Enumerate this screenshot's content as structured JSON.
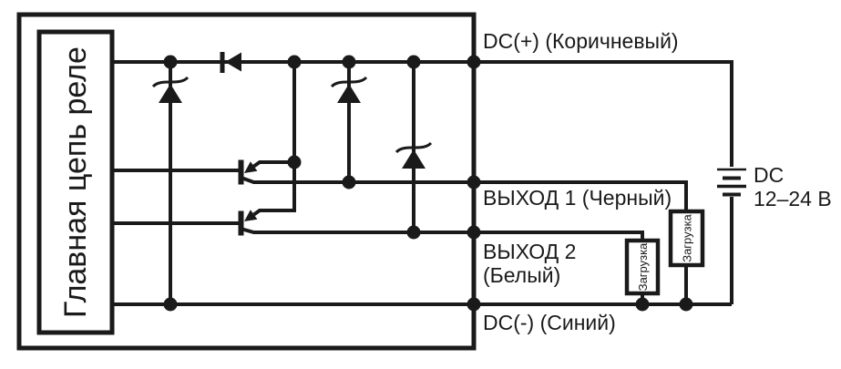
{
  "diagram_type": "sensor-output-wiring-circuit",
  "colors": {
    "ink": "#1a1a1a",
    "background": "#ffffff"
  },
  "relay_box": {
    "label": "Главная цепь реле"
  },
  "terminals": {
    "dc_plus": {
      "label": "DC(+) (Коричневый)"
    },
    "output1": {
      "label": "ВЫХОД 1 (Черный)"
    },
    "output2": {
      "label_line1": "ВЫХОД 2",
      "label_line2": "(Белый)"
    },
    "dc_minus": {
      "label": "DC(-) (Синий)"
    }
  },
  "power_supply": {
    "type": "DC",
    "voltage": "12–24 В"
  },
  "loads": [
    {
      "label": "Загрузка"
    },
    {
      "label": "Загрузка"
    }
  ],
  "symbols": {
    "series_diode": "reverse-polarity-protection-diode-icon",
    "zener_diodes": [
      "zener-diode-icon",
      "zener-diode-icon",
      "zener-diode-icon"
    ],
    "transistors": [
      "pnp-transistor-icon",
      "pnp-transistor-icon"
    ],
    "battery": "dc-battery-icon",
    "junctions": "junction-dot"
  }
}
